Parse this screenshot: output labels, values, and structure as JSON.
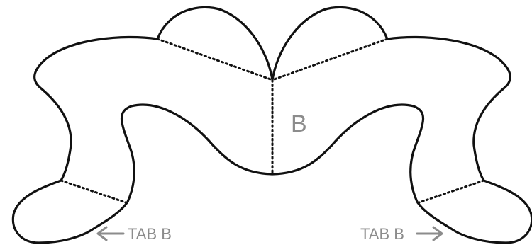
{
  "diagram": {
    "piece_label": "B",
    "tab_left_label": "TAB B",
    "tab_right_label": "TAB B"
  }
}
